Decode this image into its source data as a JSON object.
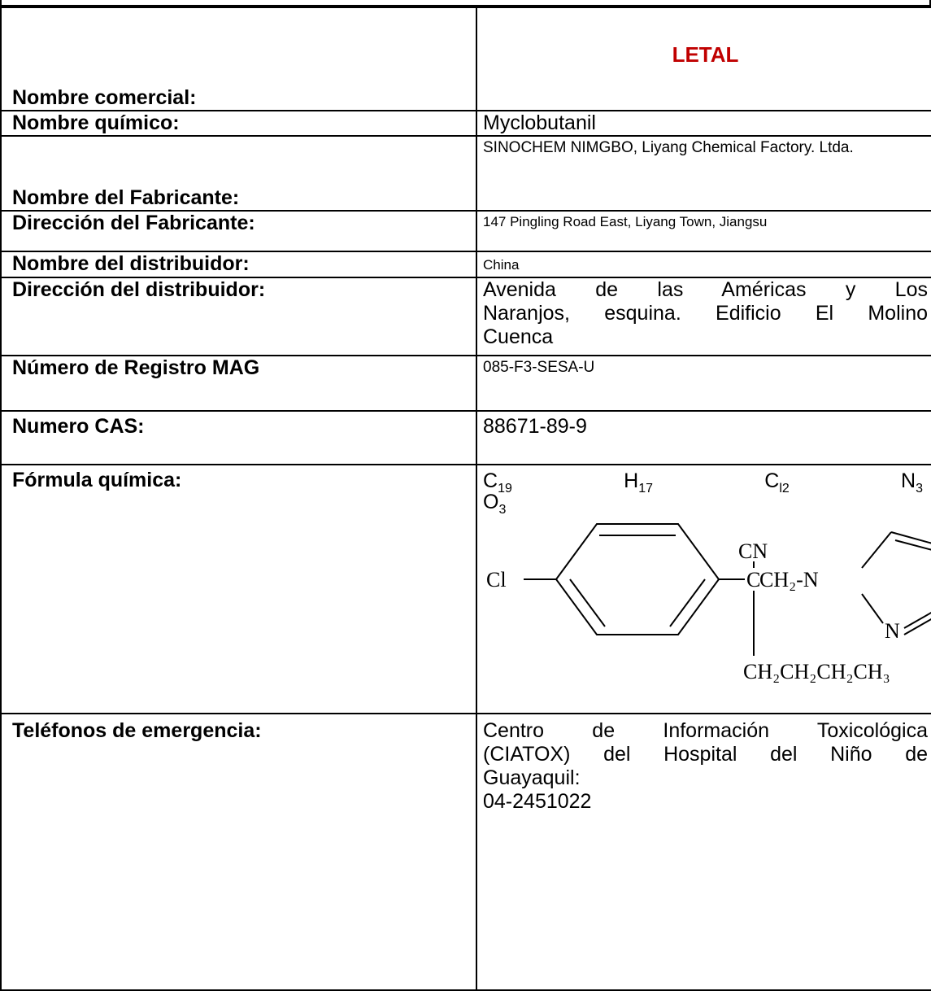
{
  "rows": {
    "trade_name": {
      "label": "Nombre comercial:",
      "value": "LETAL"
    },
    "chemical_name": {
      "label": "Nombre químico:",
      "value": "Myclobutanil"
    },
    "manufacturer": {
      "label": "Nombre del Fabricante:",
      "value": "SINOCHEM NIMGBO, Liyang Chemical Factory. Ltda."
    },
    "manufacturer_address": {
      "label": "Dirección del Fabricante:",
      "value": "147 Pingling Road East, Liyang Town, Jiangsu"
    },
    "distributor": {
      "label": "Nombre del distribuidor:",
      "value": "China"
    },
    "distributor_address": {
      "label": "Dirección del distribuidor:",
      "value_line1": "Avenida de las Américas y Los",
      "value_line2": "Naranjos, esquina. Edificio El Molino",
      "value_line3": "Cuenca"
    },
    "registration": {
      "label": "Número de Registro MAG",
      "value": "085-F3-SESA-U"
    },
    "cas": {
      "label": "Numero CAS:",
      "value": "88671-89-9"
    },
    "formula": {
      "label": "Fórmula química:",
      "parts": [
        {
          "base": "C",
          "sub": "19"
        },
        {
          "base": "H",
          "sub": "17"
        },
        {
          "base": "C",
          "sub": "l2"
        },
        {
          "base": "N",
          "sub": "3"
        },
        {
          "base": "O",
          "sub": "3"
        }
      ],
      "structure": {
        "cl": "Cl",
        "cn": "CN",
        "c": "C",
        "ch2n": "CH₂-N",
        "n": "N",
        "chain": "CH₂CH₂CH₂CH₃"
      }
    },
    "emergency": {
      "label": "Teléfonos de emergencia:",
      "line1": "Centro de Información Toxicológica",
      "line2": "(CIATOX) del Hospital del Niño de",
      "line3": "Guayaquil:",
      "line4": "04-2451022"
    }
  }
}
